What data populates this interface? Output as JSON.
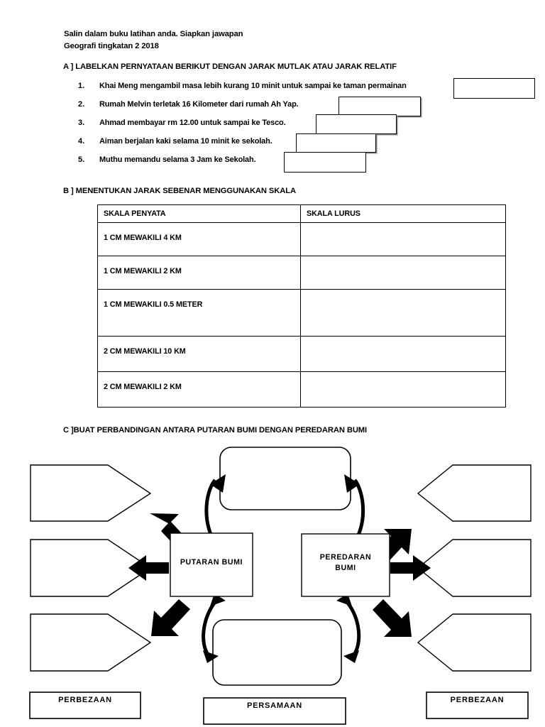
{
  "header": {
    "line1": "Salin dalam buku latihan anda. Siapkan jawapan",
    "line2": "Geografi tingkatan 2 2018"
  },
  "section_a": {
    "heading": "A ] LABELKAN PERNYATAAN BERIKUT DENGAN JARAK MUTLAK ATAU JARAK RELATIF",
    "questions": [
      {
        "num": "1.",
        "text": "Khai Meng mengambil masa lebih kurang 10 minit untuk sampai ke taman permainan",
        "answer": ""
      },
      {
        "num": "2.",
        "text": "Rumah Melvin terletak 16 Kilometer dari rumah Ah Yap.",
        "answer": ""
      },
      {
        "num": "3.",
        "text": "Ahmad membayar rm 12.00 untuk sampai ke Tesco.",
        "answer": ""
      },
      {
        "num": "4.",
        "text": "Aiman berjalan kaki selama 10 minit ke sekolah.",
        "answer": ""
      },
      {
        "num": "5.",
        "text": "Muthu memandu selama 3 Jam ke Sekolah.",
        "answer": ""
      }
    ]
  },
  "section_b": {
    "heading": "B ] MENENTUKAN JARAK SEBENAR MENGGUNAKAN SKALA",
    "columns": [
      "SKALA PENYATA",
      "SKALA LURUS"
    ],
    "rows": [
      {
        "skala_penyata": "1 CM MEWAKILI 4 KM",
        "skala_lurus": ""
      },
      {
        "skala_penyata": "1 CM MEWAKILI 2 KM",
        "skala_lurus": ""
      },
      {
        "skala_penyata": "1 CM MEWAKILI 0.5 METER",
        "skala_lurus": ""
      },
      {
        "skala_penyata": "2 CM MEWAKILI 10 KM",
        "skala_lurus": ""
      },
      {
        "skala_penyata": "2 CM MEWAKILI 2 KM",
        "skala_lurus": ""
      }
    ]
  },
  "section_c": {
    "heading": "C ]BUAT PERBANDINGAN ANTARA PUTARAN BUMI DENGAN PEREDARAN BUMI",
    "center_nodes": [
      {
        "id": "putaran",
        "label": "PUTARAN BUMI"
      },
      {
        "id": "peredaran",
        "label": "PEREDARAN\nBUMI"
      }
    ],
    "category_labels": {
      "left": "PERBEZAAN",
      "middle": "PERSAMAAN",
      "right": "PERBEZAAN"
    },
    "left_blanks": [
      "",
      "",
      ""
    ],
    "right_blanks": [
      "",
      "",
      ""
    ],
    "shared_blanks": [
      "",
      ""
    ]
  },
  "colors": {
    "ink": "#000000",
    "paper": "#ffffff",
    "shadow": "#8a8a8a"
  }
}
